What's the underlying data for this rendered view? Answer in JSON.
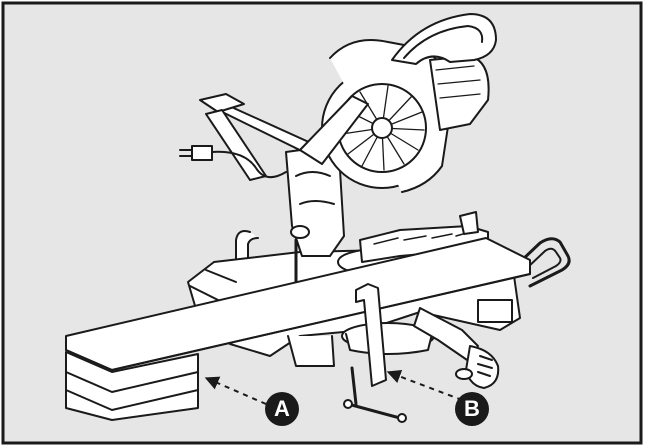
{
  "callouts": [
    {
      "letter": "A",
      "target": "support-blocks"
    },
    {
      "letter": "B",
      "target": "work-clamp"
    }
  ],
  "colors": {
    "panel": "#e6e6e6",
    "border": "#1a1a1a",
    "line": "#1a1a1a",
    "fill": "#ffffff",
    "callout": "#1a1a1a"
  },
  "icon_names": [
    "miter-saw-illustration",
    "power-plug-icon",
    "dashed-arrow-icon"
  ]
}
